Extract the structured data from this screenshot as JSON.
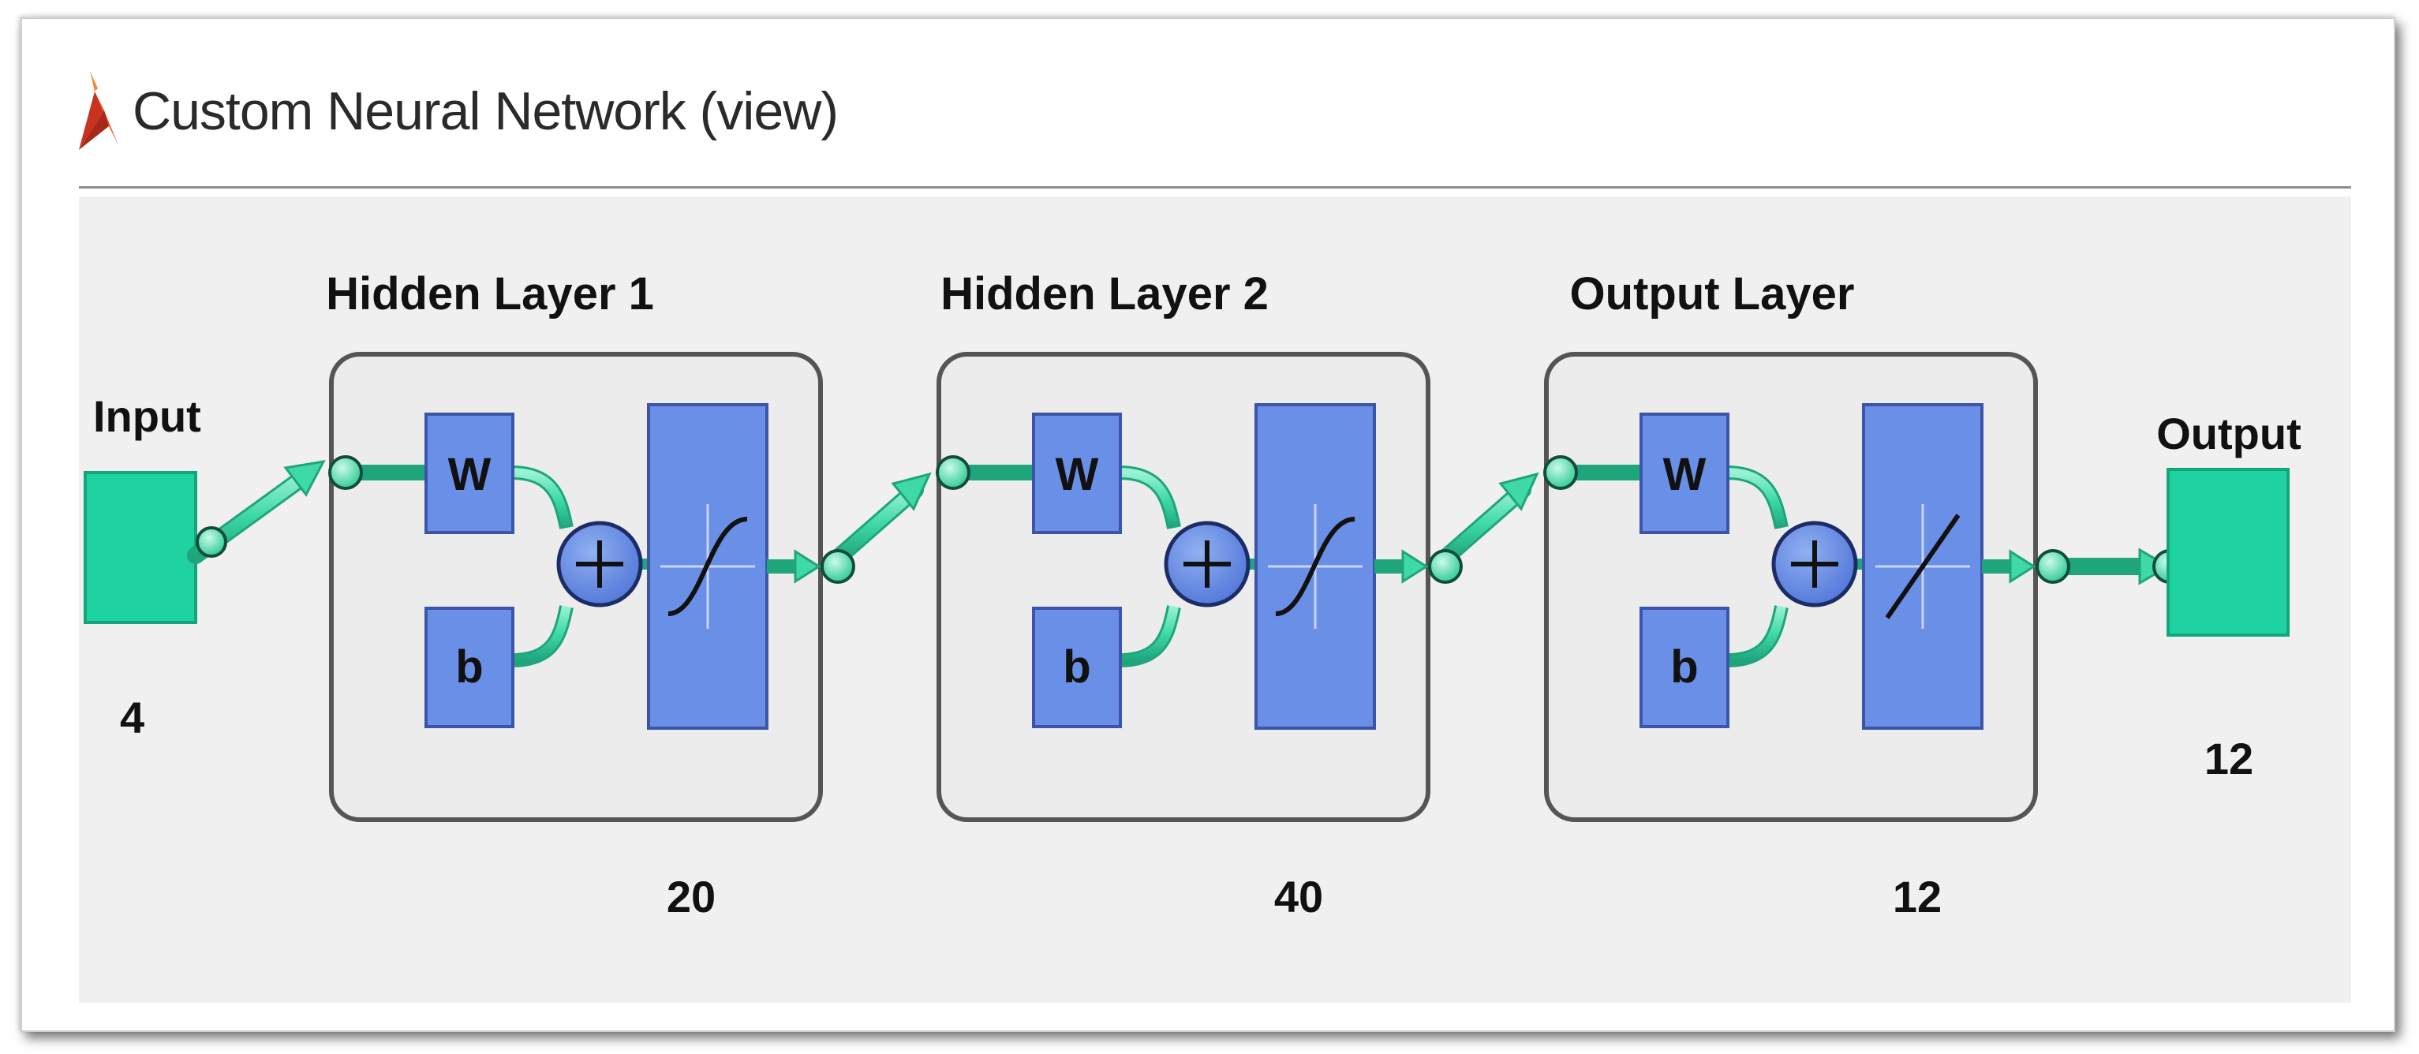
{
  "window": {
    "title": "Custom Neural Network (view)",
    "icon": "matlab-icon"
  },
  "network": {
    "input": {
      "label": "Input",
      "size": "4"
    },
    "layers": [
      {
        "title": "Hidden Layer 1",
        "weight": "W",
        "bias": "b",
        "transfer": "tansig",
        "size": "20"
      },
      {
        "title": "Hidden Layer 2",
        "weight": "W",
        "bias": "b",
        "transfer": "tansig",
        "size": "40"
      },
      {
        "title": "Output Layer",
        "weight": "W",
        "bias": "b",
        "transfer": "purelin",
        "size": "12"
      }
    ],
    "output": {
      "label": "Output",
      "size": "12"
    },
    "colors": {
      "io_block": "#1fd3a0",
      "block": "#6a8fe6",
      "block_border": "#3c55a8",
      "connector": "#56e0b4",
      "frame_border": "#555555",
      "canvas": "#f0f0f0"
    }
  }
}
